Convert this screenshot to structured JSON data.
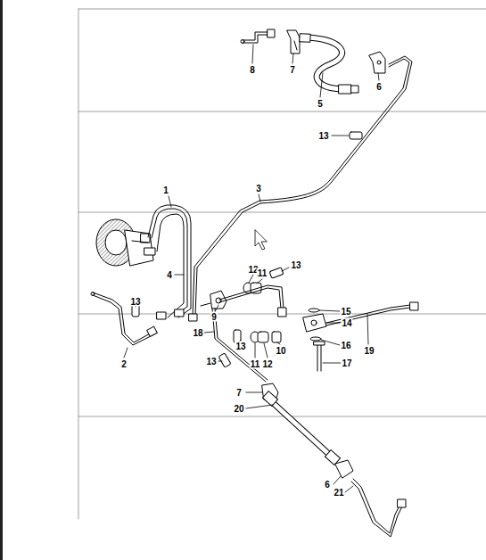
{
  "diagram": {
    "labels": [
      "8",
      "7",
      "6",
      "5",
      "13",
      "1",
      "3",
      "4",
      "12",
      "11",
      "13",
      "9",
      "13",
      "15",
      "14",
      "2",
      "18",
      "13",
      "11",
      "12",
      "10",
      "16",
      "19",
      "17",
      "13",
      "7",
      "20",
      "6",
      "21"
    ]
  }
}
